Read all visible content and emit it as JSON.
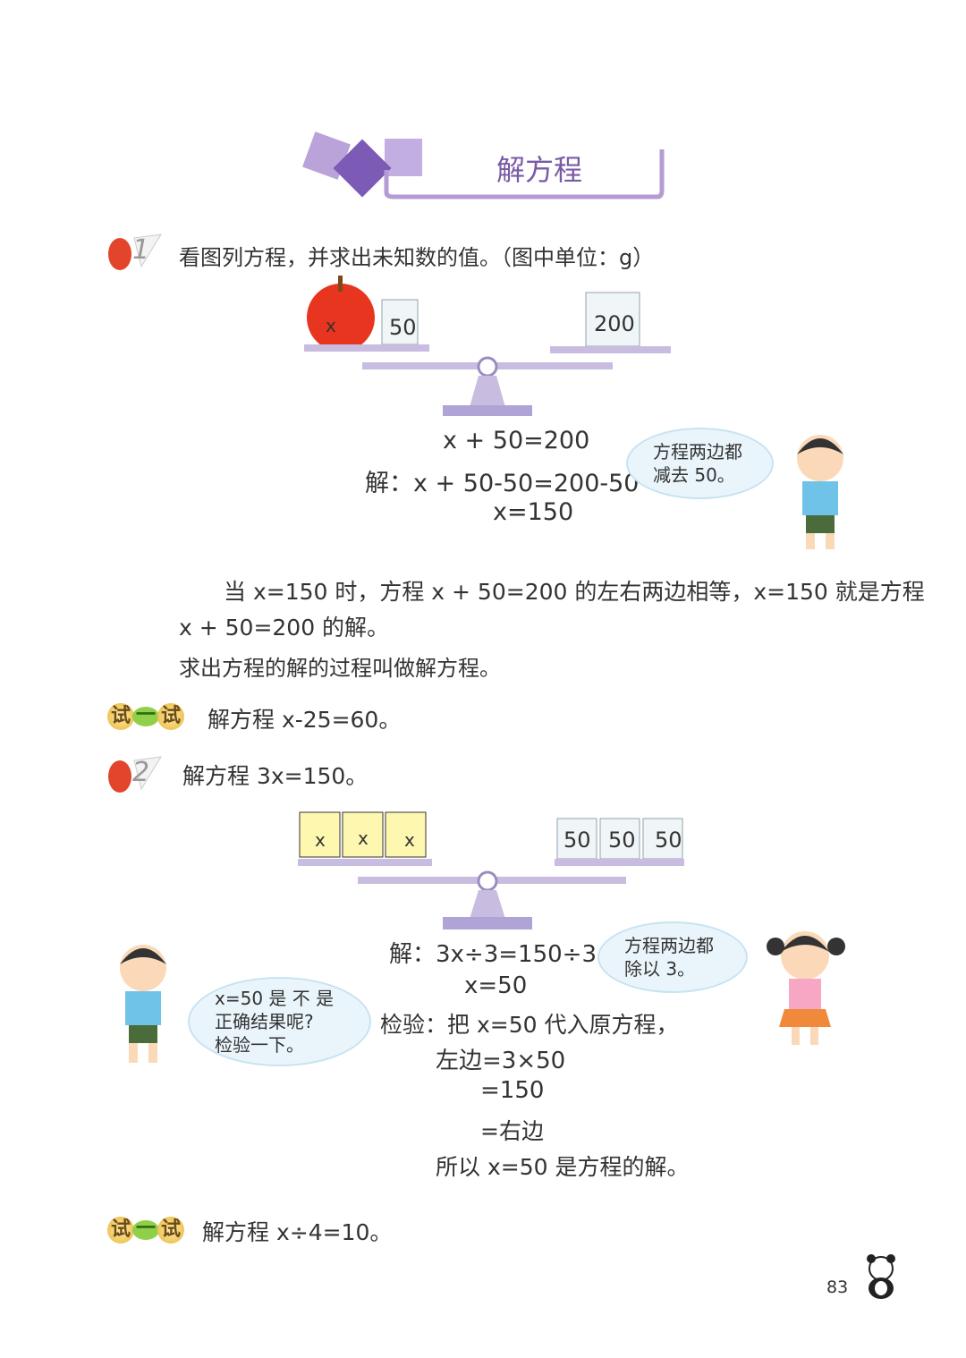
{
  "title": "解方程",
  "p1": {
    "number": "1",
    "prompt": "看图列方程，并求出未知数的值。（图中单位：g）",
    "scale": {
      "left": [
        "x",
        "50"
      ],
      "right": [
        "200"
      ]
    },
    "eq1": "x + 50=200",
    "eq2": "解：x + 50-50=200-50",
    "eq3": "x=150",
    "bubble": [
      "方程两边都",
      "减去 50。"
    ],
    "explain1": "当 x=150 时，方程 x + 50=200 的左右两边相等，x=150 就是方程",
    "explain2": "x + 50=200 的解。",
    "explain3": "求出方程的解的过程叫做解方程。"
  },
  "try_label": [
    "试",
    "一",
    "试"
  ],
  "try1": "解方程 x-25=60。",
  "p2": {
    "number": "2",
    "prompt": "解方程 3x=150。",
    "scale": {
      "left": [
        "x",
        "x",
        "x"
      ],
      "right": [
        "50",
        "50",
        "50"
      ]
    },
    "lines": [
      "解：3x÷3=150÷3",
      "x=50",
      "检验：把 x=50 代入原方程，",
      "左边=3×50",
      "=150",
      "=右边",
      "所以 x=50 是方程的解。"
    ],
    "bubble_boy": [
      "x=50 是 不 是",
      "正确结果呢?",
      "检验一下。"
    ],
    "bubble_girl": [
      "方程两边都",
      "除以 3。"
    ]
  },
  "try2": "解方程 x÷4=10。",
  "page_number": "83"
}
